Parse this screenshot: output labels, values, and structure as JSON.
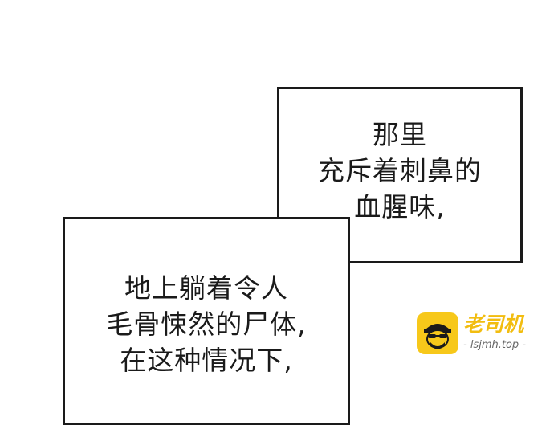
{
  "bubbles": [
    {
      "lines": [
        "那里",
        "充斥着刺鼻的",
        "血腥味,"
      ]
    },
    {
      "lines": [
        "地上躺着令人",
        "毛骨悚然的尸体,",
        "在这种情况下,"
      ]
    }
  ],
  "watermark": {
    "logo_text": "老司机",
    "url": "- lsjmh.top -",
    "icon": "driver-avatar-icon",
    "brand_color": "#f7c81a"
  },
  "colors": {
    "ink": "#1a1a1a",
    "background": "#ffffff"
  }
}
